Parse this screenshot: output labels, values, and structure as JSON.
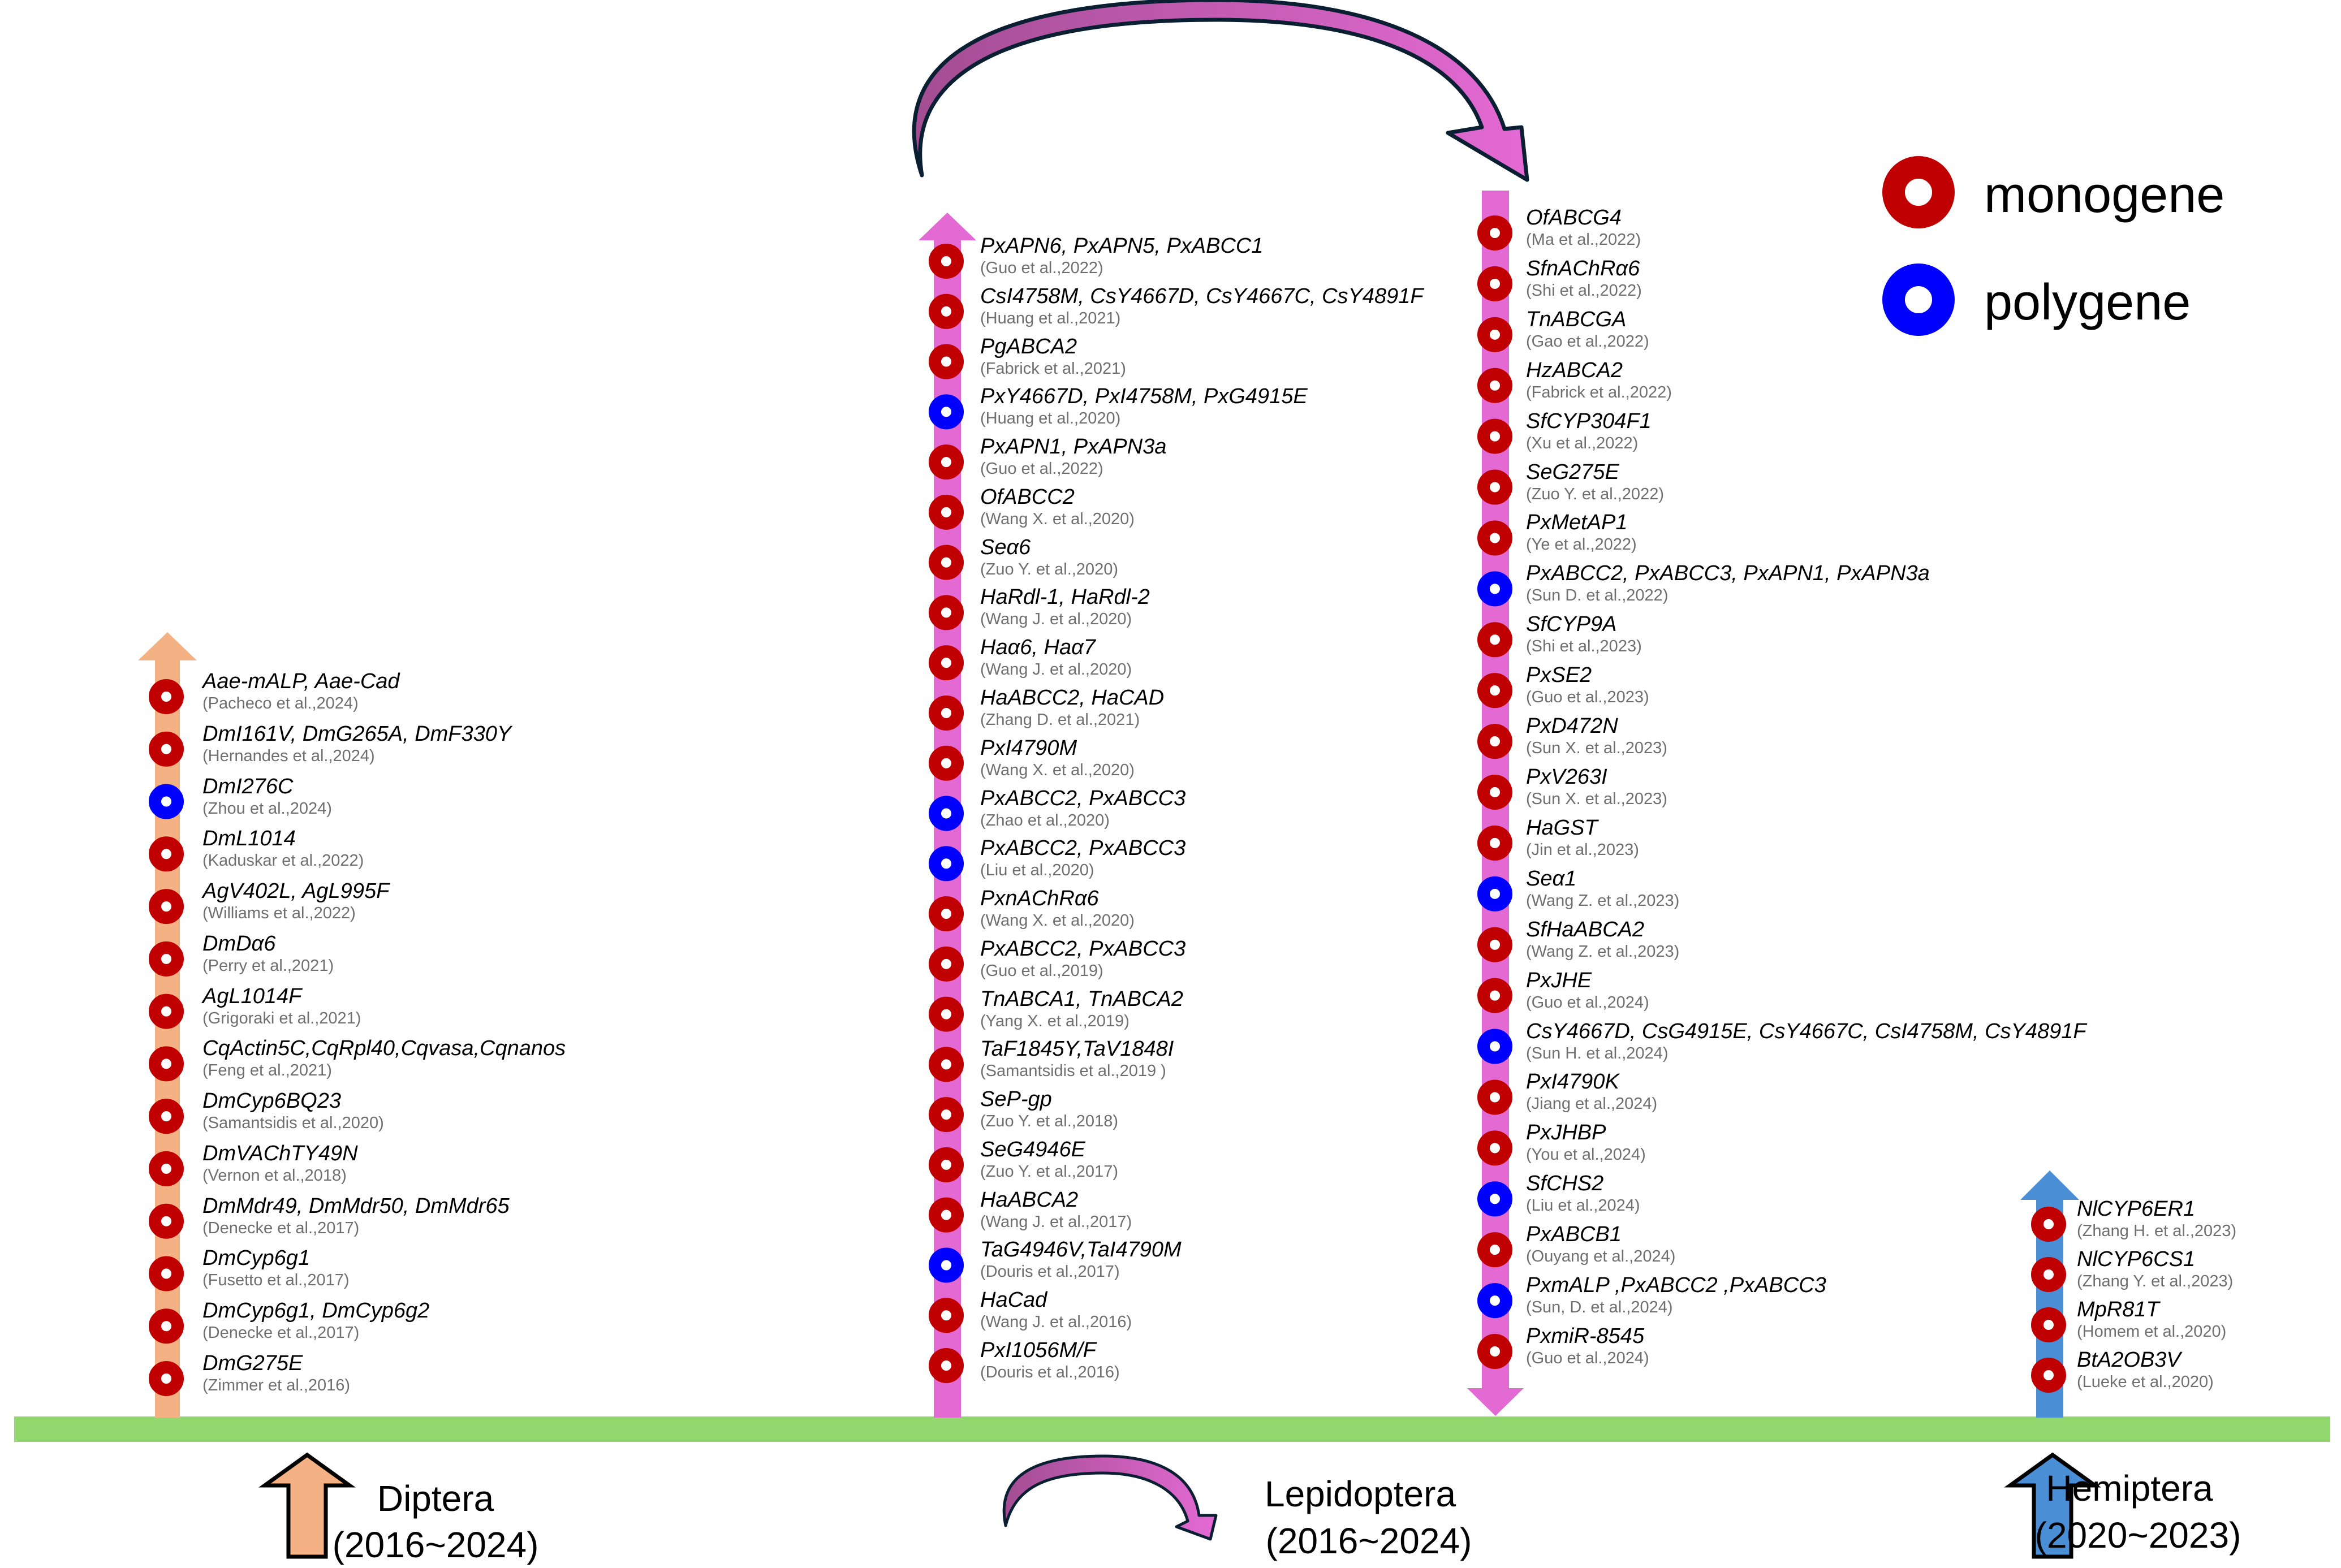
{
  "legend": {
    "items": [
      {
        "label": "monogene",
        "color": "#c00000"
      },
      {
        "label": "polygene",
        "color": "#0000ff"
      }
    ]
  },
  "colors": {
    "timeline": "#92d86f",
    "diptera": "#f4b183",
    "lepidoptera_start": "#b0579e",
    "lepidoptera_end": "#e46ad3",
    "hemiptera": "#4a8fd6",
    "monogene": "#c00000",
    "polygene": "#0000ff"
  },
  "orders": [
    {
      "name": "Diptera",
      "range": "(2016~2024)"
    },
    {
      "name": "Lepidoptera",
      "range": "(2016~2024)"
    },
    {
      "name": "Hemiptera",
      "range": "(2020~2023)"
    }
  ],
  "columns": [
    {
      "order": "Diptera",
      "entries": [
        {
          "gene": "Aae-mALP, Aae-Cad",
          "cite": "(Pacheco et al.,2024)",
          "type": "monogene"
        },
        {
          "gene": "DmI161V, DmG265A, DmF330Y",
          "cite": "(Hernandes et al.,2024)",
          "type": "monogene"
        },
        {
          "gene": "DmI276C",
          "cite": "(Zhou et al.,2024)",
          "type": "polygene"
        },
        {
          "gene": "DmL1014",
          "cite": "(Kaduskar et al.,2022)",
          "type": "monogene"
        },
        {
          "gene": "AgV402L, AgL995F",
          "cite": "(Williams et al.,2022)",
          "type": "monogene"
        },
        {
          "gene": "DmDα6",
          "cite": "(Perry et al.,2021)",
          "type": "monogene"
        },
        {
          "gene": "AgL1014F",
          "cite": "(Grigoraki et al.,2021)",
          "type": "monogene"
        },
        {
          "gene": "CqActin5C,CqRpl40,Cqvasa,Cqnanos",
          "cite": "(Feng et al.,2021)",
          "type": "monogene"
        },
        {
          "gene": "DmCyp6BQ23",
          "cite": "(Samantsidis et al.,2020)",
          "type": "monogene"
        },
        {
          "gene": "DmVAChTY49N",
          "cite": "(Vernon et al.,2018)",
          "type": "monogene"
        },
        {
          "gene": "DmMdr49, DmMdr50, DmMdr65",
          "cite": "(Denecke et al.,2017)",
          "type": "monogene"
        },
        {
          "gene": "DmCyp6g1",
          "cite": "(Fusetto et al.,2017)",
          "type": "monogene"
        },
        {
          "gene": "DmCyp6g1, DmCyp6g2",
          "cite": "(Denecke et al.,2017)",
          "type": "monogene"
        },
        {
          "gene": "DmG275E",
          "cite": "(Zimmer et al.,2016)",
          "type": "monogene"
        }
      ]
    },
    {
      "order": "Lepidoptera",
      "entries": [
        {
          "gene": "PxAPN6, PxAPN5, PxABCC1",
          "cite": "(Guo et al.,2022)",
          "type": "monogene"
        },
        {
          "gene": "CsI4758M, CsY4667D, CsY4667C, CsY4891F",
          "cite": "(Huang et al.,2021)",
          "type": "monogene"
        },
        {
          "gene": "PgABCA2",
          "cite": "(Fabrick et al.,2021)",
          "type": "monogene"
        },
        {
          "gene": "PxY4667D, PxI4758M, PxG4915E",
          "cite": "(Huang et al.,2020)",
          "type": "polygene"
        },
        {
          "gene": "PxAPN1, PxAPN3a",
          "cite": "(Guo et al.,2022)",
          "type": "monogene"
        },
        {
          "gene": "OfABCC2",
          "cite": "(Wang X. et al.,2020)",
          "type": "monogene"
        },
        {
          "gene": "Seα6",
          "cite": "(Zuo Y. et al.,2020)",
          "type": "monogene"
        },
        {
          "gene": "HaRdl-1, HaRdl-2",
          "cite": "(Wang J. et al.,2020)",
          "type": "monogene"
        },
        {
          "gene": "Haα6, Haα7",
          "cite": "(Wang J. et al.,2020)",
          "type": "monogene"
        },
        {
          "gene": "HaABCC2, HaCAD",
          "cite": "(Zhang D. et al.,2021)",
          "type": "monogene"
        },
        {
          "gene": "PxI4790M",
          "cite": "(Wang X. et al.,2020)",
          "type": "monogene"
        },
        {
          "gene": "PxABCC2, PxABCC3",
          "cite": "(Zhao et al.,2020)",
          "type": "polygene"
        },
        {
          "gene": "PxABCC2, PxABCC3",
          "cite": "(Liu et al.,2020)",
          "type": "polygene"
        },
        {
          "gene": "PxnAChRα6",
          "cite": "(Wang X. et al.,2020)",
          "type": "monogene"
        },
        {
          "gene": "PxABCC2, PxABCC3",
          "cite": "(Guo et al.,2019)",
          "type": "monogene"
        },
        {
          "gene": "TnABCA1, TnABCA2",
          "cite": "(Yang X. et al.,2019)",
          "type": "monogene"
        },
        {
          "gene": "TaF1845Y,TaV1848I",
          "cite": "(Samantsidis et al.,2019 )",
          "type": "monogene"
        },
        {
          "gene": "SeP-gp",
          "cite": "(Zuo Y. et al.,2018)",
          "type": "monogene"
        },
        {
          "gene": "SeG4946E",
          "cite": "(Zuo Y. et al.,2017)",
          "type": "monogene"
        },
        {
          "gene": "HaABCA2",
          "cite": "(Wang J. et al.,2017)",
          "type": "monogene"
        },
        {
          "gene": "TaG4946V,TaI4790M",
          "cite": "(Douris et al.,2017)",
          "type": "polygene"
        },
        {
          "gene": "HaCad",
          "cite": "(Wang J. et al.,2016)",
          "type": "monogene"
        },
        {
          "gene": "PxI1056M/F",
          "cite": "(Douris et al.,2016)",
          "type": "monogene"
        }
      ]
    },
    {
      "order": "Lepidoptera",
      "entries": [
        {
          "gene": "OfABCG4",
          "cite": "(Ma et al.,2022)",
          "type": "monogene"
        },
        {
          "gene": "SfnAChRα6",
          "cite": "(Shi et al.,2022)",
          "type": "monogene"
        },
        {
          "gene": "TnABCGA",
          "cite": "(Gao et al.,2022)",
          "type": "monogene"
        },
        {
          "gene": "HzABCA2",
          "cite": "(Fabrick et al.,2022)",
          "type": "monogene"
        },
        {
          "gene": "SfCYP304F1",
          "cite": "(Xu et al.,2022)",
          "type": "monogene"
        },
        {
          "gene": "SeG275E",
          "cite": "(Zuo Y. et al.,2022)",
          "type": "monogene"
        },
        {
          "gene": "PxMetAP1",
          "cite": "(Ye et al.,2022)",
          "type": "monogene"
        },
        {
          "gene": "PxABCC2, PxABCC3, PxAPN1, PxAPN3a",
          "cite": "(Sun D. et al.,2022)",
          "type": "polygene"
        },
        {
          "gene": "SfCYP9A",
          "cite": "(Shi et al.,2023)",
          "type": "monogene"
        },
        {
          "gene": "PxSE2",
          "cite": "(Guo et al.,2023)",
          "type": "monogene"
        },
        {
          "gene": "PxD472N",
          "cite": "(Sun X. et al.,2023)",
          "type": "monogene"
        },
        {
          "gene": "PxV263I",
          "cite": "(Sun X. et al.,2023)",
          "type": "monogene"
        },
        {
          "gene": "HaGST",
          "cite": "(Jin et al.,2023)",
          "type": "monogene"
        },
        {
          "gene": "Seα1",
          "cite": "(Wang Z. et al.,2023)",
          "type": "polygene"
        },
        {
          "gene": "SfHaABCA2",
          "cite": "(Wang Z. et al.,2023)",
          "type": "monogene"
        },
        {
          "gene": "PxJHE",
          "cite": "(Guo et al.,2024)",
          "type": "monogene"
        },
        {
          "gene": "CsY4667D, CsG4915E, CsY4667C, CsI4758M, CsY4891F",
          "cite": "(Sun H. et al.,2024)",
          "type": "polygene"
        },
        {
          "gene": "PxI4790K",
          "cite": "(Jiang et al.,2024)",
          "type": "monogene"
        },
        {
          "gene": "PxJHBP",
          "cite": "(You et al.,2024)",
          "type": "monogene"
        },
        {
          "gene": "SfCHS2",
          "cite": "(Liu et al.,2024)",
          "type": "polygene"
        },
        {
          "gene": "PxABCB1",
          "cite": "(Ouyang et al.,2024)",
          "type": "monogene"
        },
        {
          "gene": "PxmALP ,PxABCC2 ,PxABCC3",
          "cite": "(Sun, D. et al.,2024)",
          "type": "polygene"
        },
        {
          "gene": "PxmiR-8545",
          "cite": "(Guo et al.,2024)",
          "type": "monogene"
        }
      ]
    },
    {
      "order": "Hemiptera",
      "entries": [
        {
          "gene": "NlCYP6ER1",
          "cite": "(Zhang H. et al.,2023)",
          "type": "monogene"
        },
        {
          "gene": "NlCYP6CS1",
          "cite": "(Zhang Y. et al.,2023)",
          "type": "monogene"
        },
        {
          "gene": "MpR81T",
          "cite": "(Homem et al.,2020)",
          "type": "monogene"
        },
        {
          "gene": "BtA2OB3V",
          "cite": "(Lueke et al.,2020)",
          "type": "monogene"
        }
      ]
    }
  ]
}
